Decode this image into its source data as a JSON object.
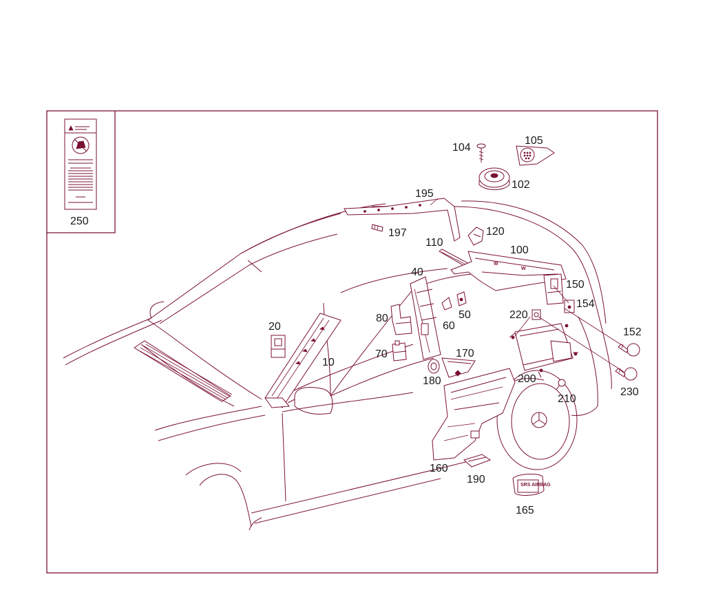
{
  "diagram": {
    "part_numbers": {
      "p250": "250",
      "p104": "104",
      "p105": "105",
      "p102": "102",
      "p195": "195",
      "p197": "197",
      "p120": "120",
      "p110": "110",
      "p100": "100",
      "p40": "40",
      "p150": "150",
      "p154": "154",
      "p80": "80",
      "p60": "60",
      "p50": "50",
      "p220": "220",
      "p152": "152",
      "p20": "20",
      "p10": "10",
      "p70": "70",
      "p170": "170",
      "p180": "180",
      "p200": "200",
      "p230": "230",
      "p210": "210",
      "p160": "160",
      "p190": "190",
      "p165": "165"
    },
    "badge_text": "SRS AIRBAG",
    "line_color": "#7a1030",
    "text_color": "#1a1a1a"
  }
}
